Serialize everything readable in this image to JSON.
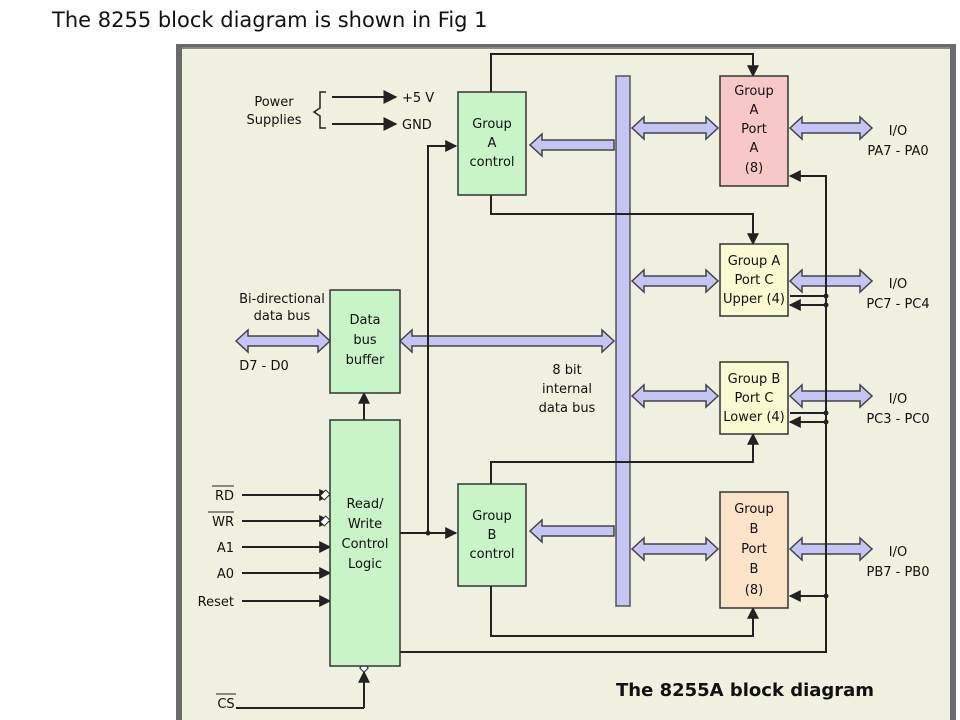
{
  "heading": "The 8255 block diagram is shown in Fig 1",
  "caption": "The 8255A block diagram",
  "colors": {
    "panel": "#eff0df",
    "frame": "#6b6b6b",
    "green_block": "#c8f4c8",
    "pink_block": "#f8c8c8",
    "yellow_block": "#fafad2",
    "peach_block": "#fbe3c7",
    "bus": "#c5c5f5"
  },
  "power": {
    "label_line1": "Power",
    "label_line2": "Supplies",
    "plus5v": "+5 V",
    "gnd": "GND"
  },
  "blocks": {
    "group_a_control": [
      "Group",
      "A",
      "control"
    ],
    "group_b_control": [
      "Group",
      "B",
      "control"
    ],
    "data_bus_buffer": [
      "Data",
      "bus",
      "buffer"
    ],
    "rw_control_logic": [
      "Read/",
      "Write",
      "Control",
      "Logic"
    ],
    "group_a_port_a": [
      "Group",
      "A",
      "Port",
      "A",
      "(8)"
    ],
    "group_a_port_c_upper": [
      "Group A",
      "Port C",
      "Upper (4)"
    ],
    "group_b_port_c_lower": [
      "Group B",
      "Port C",
      "Lower (4)"
    ],
    "group_b_port_b": [
      "Group",
      "B",
      "Port",
      "B",
      "(8)"
    ]
  },
  "labels": {
    "bidir_line1": "Bi-directional",
    "bidir_line2": "data bus",
    "d_bus": "D7 - D0",
    "internal_bus": [
      "8 bit",
      "internal",
      "data bus"
    ]
  },
  "control_inputs": [
    "RD",
    "WR",
    "A1",
    "A0",
    "Reset",
    "CS"
  ],
  "io_ports": [
    {
      "io": "I/O",
      "pins": "PA7 - PA0"
    },
    {
      "io": "I/O",
      "pins": "PC7 - PC4"
    },
    {
      "io": "I/O",
      "pins": "PC3 - PC0"
    },
    {
      "io": "I/O",
      "pins": "PB7 - PB0"
    }
  ]
}
